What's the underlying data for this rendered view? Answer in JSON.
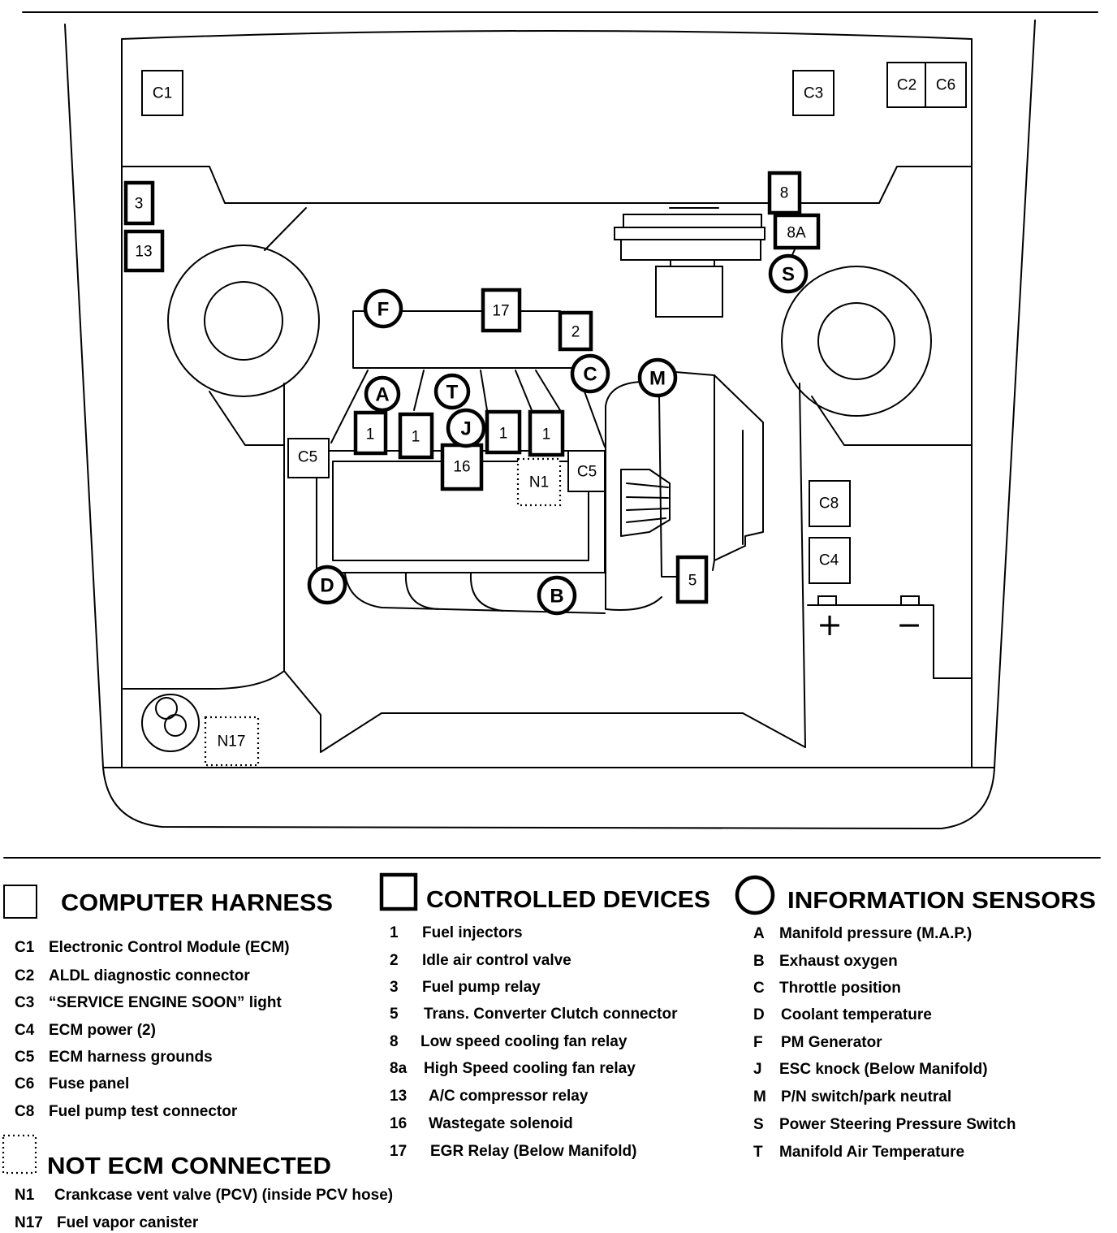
{
  "diagram": {
    "harness": {
      "c1": "C1",
      "c2": "C2",
      "c3": "C3",
      "c4": "C4",
      "c5_left": "C5",
      "c5_right": "C5",
      "c6": "C6",
      "c8": "C8"
    },
    "devices": {
      "d1a": "1",
      "d1b": "1",
      "d1c": "1",
      "d1d": "1",
      "d2": "2",
      "d3": "3",
      "d5": "5",
      "d8": "8",
      "d8a": "8A",
      "d13": "13",
      "d16": "16",
      "d17": "17"
    },
    "sensors": {
      "a": "A",
      "b": "B",
      "c": "C",
      "d": "D",
      "f": "F",
      "j": "J",
      "m": "M",
      "s": "S",
      "t": "T"
    },
    "not_ecm": {
      "n1": "N1",
      "n17": "N17"
    },
    "battery": {
      "positive": "+",
      "negative": "−"
    }
  },
  "legend": {
    "computer_harness": {
      "title": "COMPUTER HARNESS",
      "items": [
        {
          "code": "C1",
          "label": "Electronic Control Module (ECM)"
        },
        {
          "code": "C2",
          "label": "ALDL diagnostic connector"
        },
        {
          "code": "C3",
          "label": "“SERVICE ENGINE SOON” light"
        },
        {
          "code": "C4",
          "label": "ECM power (2)"
        },
        {
          "code": "C5",
          "label": "ECM harness grounds"
        },
        {
          "code": "C6",
          "label": "Fuse panel"
        },
        {
          "code": "C8",
          "label": "Fuel pump test connector"
        }
      ]
    },
    "controlled_devices": {
      "title": "CONTROLLED DEVICES",
      "items": [
        {
          "code": "1",
          "label": "Fuel injectors"
        },
        {
          "code": "2",
          "label": "Idle air control valve"
        },
        {
          "code": "3",
          "label": "Fuel pump relay"
        },
        {
          "code": "5",
          "label": "Trans. Converter Clutch connector"
        },
        {
          "code": "8",
          "label": "Low speed cooling fan relay"
        },
        {
          "code": "8a",
          "label": "High Speed cooling fan relay"
        },
        {
          "code": "13",
          "label": "A/C compressor relay"
        },
        {
          "code": "16",
          "label": "Wastegate solenoid"
        },
        {
          "code": "17",
          "label": "EGR Relay (Below Manifold)"
        }
      ]
    },
    "information_sensors": {
      "title": "INFORMATION SENSORS",
      "items": [
        {
          "code": "A",
          "label": "Manifold pressure (M.A.P.)"
        },
        {
          "code": "B",
          "label": "Exhaust oxygen"
        },
        {
          "code": "C",
          "label": "Throttle position"
        },
        {
          "code": "D",
          "label": "Coolant temperature"
        },
        {
          "code": "F",
          "label": "PM Generator"
        },
        {
          "code": "J",
          "label": "ESC knock (Below Manifold)"
        },
        {
          "code": "M",
          "label": "P/N switch/park neutral"
        },
        {
          "code": "S",
          "label": "Power Steering Pressure Switch"
        },
        {
          "code": "T",
          "label": "Manifold Air Temperature"
        }
      ]
    },
    "not_ecm_connected": {
      "title": "NOT ECM CONNECTED",
      "items": [
        {
          "code": "N1",
          "label": "Crankcase vent valve (PCV) (inside PCV hose)"
        },
        {
          "code": "N17",
          "label": "Fuel vapor canister"
        }
      ]
    }
  }
}
